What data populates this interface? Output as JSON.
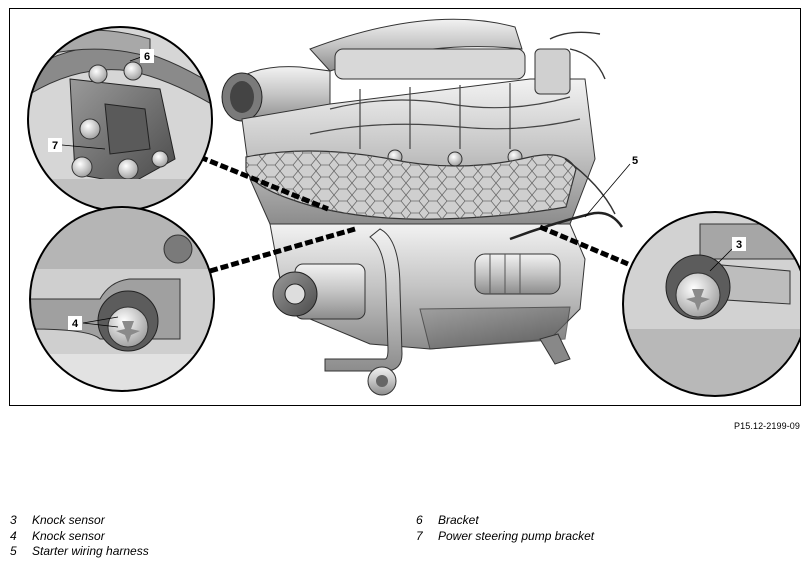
{
  "figure_code": "P15.12-2199-09",
  "callouts": {
    "c3": "3",
    "c4": "4",
    "c5": "5",
    "c6": "6",
    "c7": "7"
  },
  "legend": {
    "left": [
      {
        "num": "3",
        "label": "Knock sensor"
      },
      {
        "num": "4",
        "label": "Knock sensor"
      },
      {
        "num": "5",
        "label": "Starter wiring harness"
      }
    ],
    "right": [
      {
        "num": "6",
        "label": "Bracket"
      },
      {
        "num": "7",
        "label": "Power steering pump bracket"
      }
    ]
  }
}
